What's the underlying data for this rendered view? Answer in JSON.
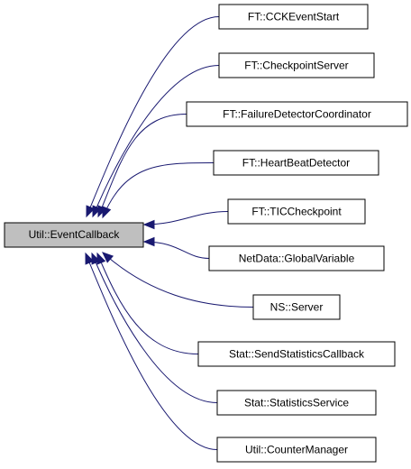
{
  "diagram": {
    "colors": {
      "edge": "#191970",
      "base_fill": "#bfbfbf",
      "node_fill": "#ffffff",
      "border": "#000000"
    },
    "base_class": "Util::EventCallback",
    "derived_classes": [
      "FT::CCKEventStart",
      "FT::CheckpointServer",
      "FT::FailureDetectorCoordinator",
      "FT::HeartBeatDetector",
      "FT::TICCheckpoint",
      "NetData::GlobalVariable",
      "NS::Server",
      "Stat::SendStatisticsCallback",
      "Stat::StatisticsService",
      "Util::CounterManager"
    ]
  }
}
